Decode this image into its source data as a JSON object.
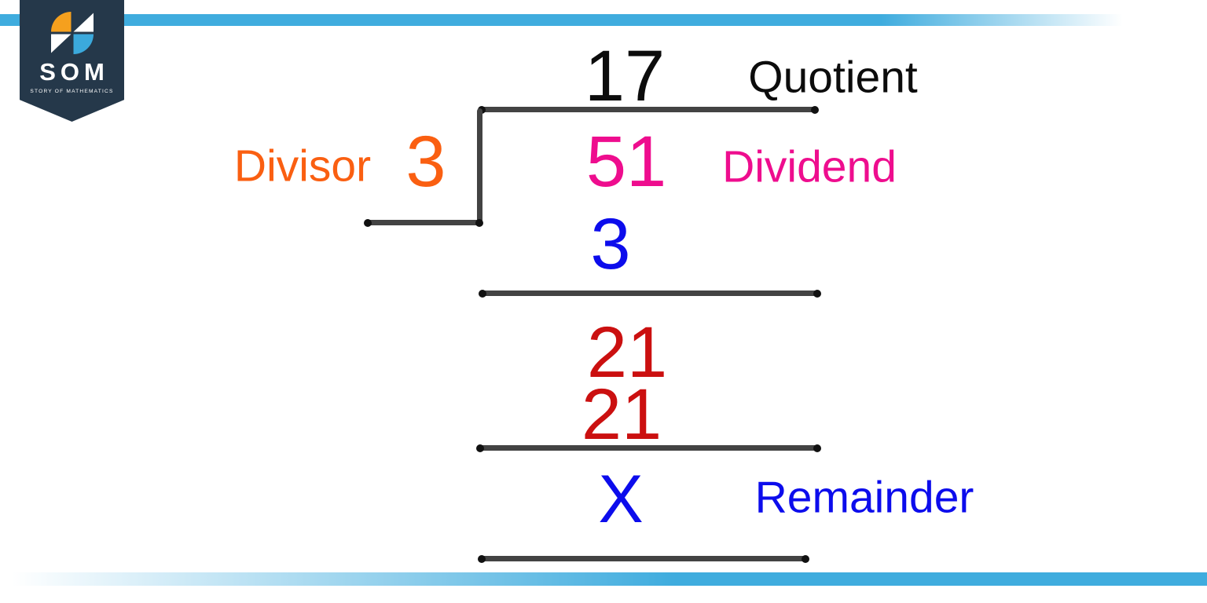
{
  "logo": {
    "acronym": "SOM",
    "tagline": "STORY OF MATHEMATICS"
  },
  "division": {
    "quotient": {
      "value": "17",
      "label": "Quotient"
    },
    "divisor": {
      "value": "3",
      "label": "Divisor"
    },
    "dividend": {
      "value": "51",
      "label": "Dividend"
    },
    "steps": [
      {
        "value": "3"
      },
      {
        "value": "21"
      },
      {
        "value": "21"
      }
    ],
    "remainder": {
      "value": "X",
      "label": "Remainder"
    }
  },
  "colors": {
    "bar-blue": "#3facde",
    "navy": "#25384a",
    "logo-orange": "#f5a01e",
    "logo-blue": "#3ba9dc",
    "orange": "#fa5f11",
    "pink": "#ee0d8e",
    "blue": "#0c0cec",
    "red": "#cb1010",
    "line": "#434343"
  }
}
